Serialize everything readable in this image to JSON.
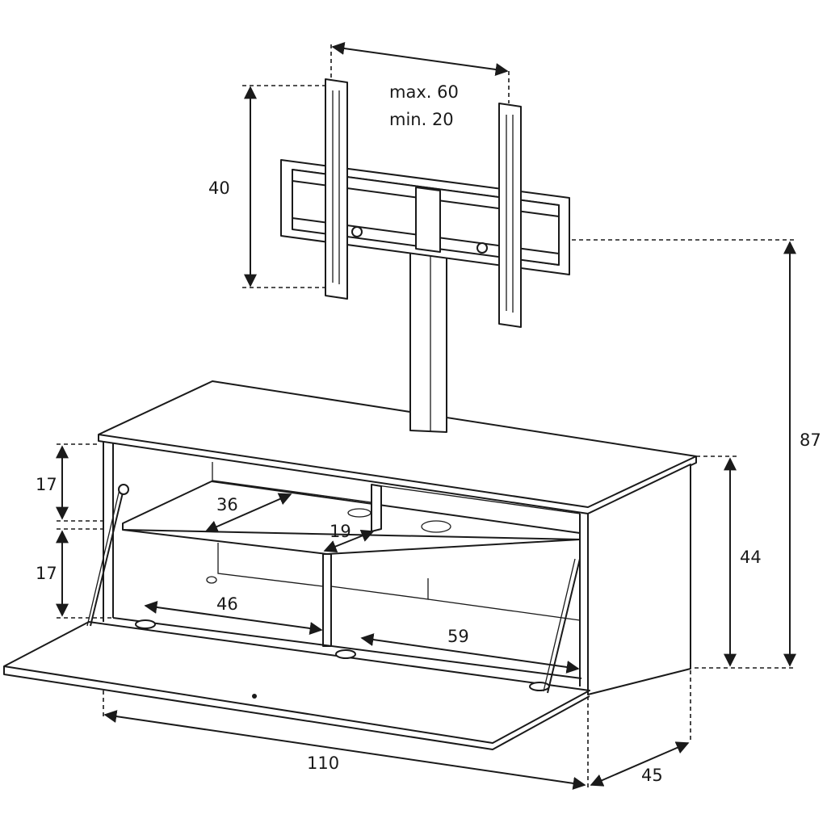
{
  "dimensions": {
    "mount_spacing_max": "max. 60",
    "mount_spacing_min": "min. 20",
    "mount_height": "40",
    "total_height": "87",
    "upper_compartment_height": "17",
    "lower_compartment_height": "17",
    "upper_shelf_depth": "36",
    "small_compartment_width": "19",
    "cabinet_height": "44",
    "left_compartment_width": "46",
    "right_compartment_width": "59",
    "total_width": "110",
    "total_depth": "45"
  }
}
